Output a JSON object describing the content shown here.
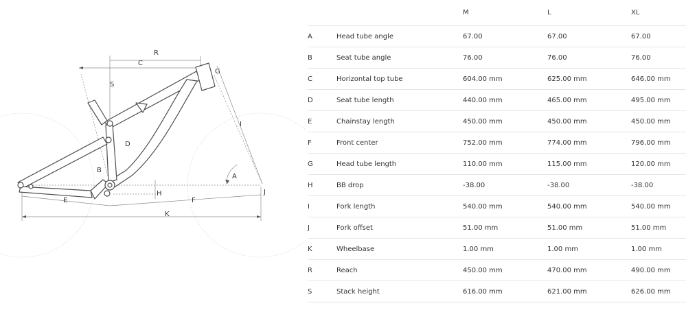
{
  "diagram": {
    "labels": {
      "A": "A",
      "B": "B",
      "C": "C",
      "D": "D",
      "E": "E",
      "F": "F",
      "G": "G",
      "H": "H",
      "I": "I",
      "J": "J",
      "K": "K",
      "R": "R",
      "S": "S"
    },
    "line_color": "#5a5a5a",
    "wheel_color": "#d8d8d8"
  },
  "table": {
    "headers": [
      "",
      "",
      "M",
      "L",
      "XL"
    ],
    "rows": [
      {
        "key": "A",
        "name": "Head tube angle",
        "m": "67.00",
        "l": "67.00",
        "xl": "67.00"
      },
      {
        "key": "B",
        "name": "Seat tube angle",
        "m": "76.00",
        "l": "76.00",
        "xl": "76.00"
      },
      {
        "key": "C",
        "name": "Horizontal top tube",
        "m": "604.00 mm",
        "l": "625.00 mm",
        "xl": "646.00 mm"
      },
      {
        "key": "D",
        "name": "Seat tube length",
        "m": "440.00 mm",
        "l": "465.00 mm",
        "xl": "495.00 mm"
      },
      {
        "key": "E",
        "name": "Chainstay length",
        "m": "450.00 mm",
        "l": "450.00 mm",
        "xl": "450.00 mm"
      },
      {
        "key": "F",
        "name": "Front center",
        "m": "752.00 mm",
        "l": "774.00 mm",
        "xl": "796.00 mm"
      },
      {
        "key": "G",
        "name": "Head tube length",
        "m": "110.00 mm",
        "l": "115.00 mm",
        "xl": "120.00 mm"
      },
      {
        "key": "H",
        "name": "BB drop",
        "m": "-38.00",
        "l": "-38.00",
        "xl": "-38.00"
      },
      {
        "key": "I",
        "name": "Fork length",
        "m": "540.00 mm",
        "l": "540.00 mm",
        "xl": "540.00 mm"
      },
      {
        "key": "J",
        "name": "Fork offset",
        "m": "51.00 mm",
        "l": "51.00 mm",
        "xl": "51.00 mm"
      },
      {
        "key": "K",
        "name": "Wheelbase",
        "m": "1.00 mm",
        "l": "1.00 mm",
        "xl": "1.00 mm"
      },
      {
        "key": "R",
        "name": "Reach",
        "m": "450.00 mm",
        "l": "470.00 mm",
        "xl": "490.00 mm"
      },
      {
        "key": "S",
        "name": "Stack height",
        "m": "616.00 mm",
        "l": "621.00 mm",
        "xl": "626.00 mm"
      }
    ]
  }
}
